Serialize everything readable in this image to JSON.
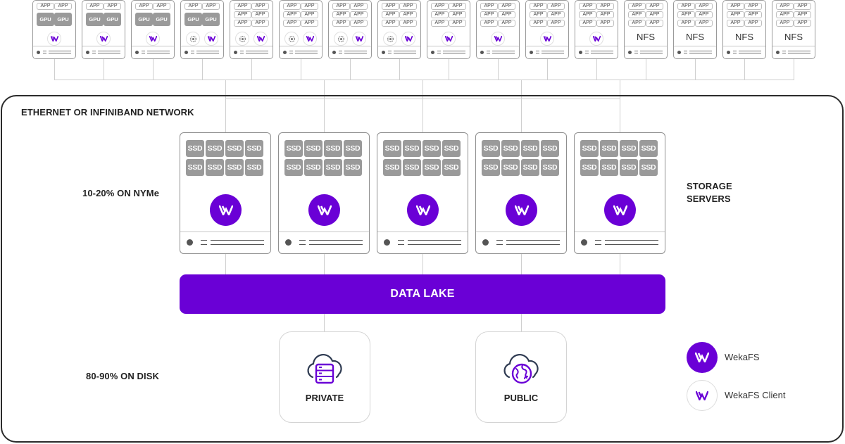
{
  "network_label": "ETHERNET OR INFINIBAND NETWORK",
  "tier_labels": {
    "nvme": "10-20% ON NYMe",
    "disk": "80-90% ON DISK",
    "storage_servers": "STORAGE\nSERVERS"
  },
  "app_label": "APP",
  "gpu_label": "GPU",
  "ssd_label": "SSD",
  "nfs_label": "NFS",
  "clients": [
    {
      "type": "gpu",
      "icons": [
        "wekafs-client-icon"
      ]
    },
    {
      "type": "gpu",
      "icons": [
        "wekafs-client-icon"
      ]
    },
    {
      "type": "gpu",
      "icons": [
        "wekafs-client-icon"
      ]
    },
    {
      "type": "gpu",
      "icons": [
        "gear-icon",
        "wekafs-client-icon"
      ]
    },
    {
      "type": "app",
      "icons": [
        "gear-icon",
        "wekafs-client-icon"
      ]
    },
    {
      "type": "app",
      "icons": [
        "gear-icon",
        "wekafs-client-icon"
      ]
    },
    {
      "type": "app",
      "icons": [
        "gear-icon",
        "wekafs-client-icon"
      ]
    },
    {
      "type": "app",
      "icons": [
        "gear-icon",
        "wekafs-client-icon"
      ]
    },
    {
      "type": "app",
      "icons": [
        "wekafs-client-icon"
      ]
    },
    {
      "type": "app",
      "icons": [
        "wekafs-client-icon"
      ]
    },
    {
      "type": "app",
      "icons": [
        "wekafs-client-icon"
      ]
    },
    {
      "type": "app",
      "icons": [
        "wekafs-client-icon"
      ]
    },
    {
      "type": "nfs",
      "icons": []
    },
    {
      "type": "nfs",
      "icons": []
    },
    {
      "type": "nfs",
      "icons": []
    },
    {
      "type": "nfs",
      "icons": []
    }
  ],
  "storage_servers": 5,
  "data_lake_label": "DATA LAKE",
  "clouds": [
    {
      "label": "PRIVATE",
      "icon": "private-cloud-server-icon"
    },
    {
      "label": "PUBLIC",
      "icon": "public-cloud-globe-icon"
    }
  ],
  "legend": [
    {
      "label": "WekaFS",
      "icon": "wekafs-icon"
    },
    {
      "label": "WekaFS Client",
      "icon": "wekafs-client-icon"
    }
  ],
  "colors": {
    "brand_purple": "#6a00d6",
    "gray_block": "#9a9a9a",
    "border_dark": "#2b2b2b",
    "line": "#cfcfcf"
  }
}
